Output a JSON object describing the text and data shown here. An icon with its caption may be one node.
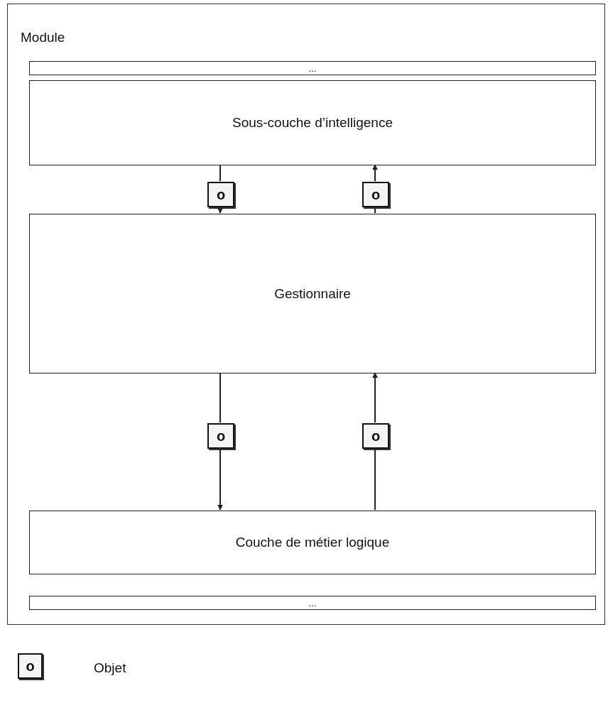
{
  "diagram": {
    "nodes": [
      {
        "text": [
          "Module"
        ]
      },
      {
        "text": [
          "..."
        ],
        "in": 0
      },
      {
        "text": [
          "Sous-couche d’intelligence"
        ],
        "in": 0
      },
      {
        "text": [
          "Gestionnaire"
        ],
        "in": 0
      },
      {
        "text": [
          "Couche de métier logique"
        ],
        "in": 0
      },
      {
        "text": [
          "..."
        ],
        "in": 0
      },
      {
        "text": [
          "o"
        ],
        "in": 0
      },
      {
        "text": [
          "o"
        ],
        "in": 0
      },
      {
        "text": [
          "o"
        ],
        "in": 0
      },
      {
        "text": [
          "o"
        ],
        "in": 0
      },
      {
        "text": [
          "o"
        ],
        "beside": [
          "Objet"
        ]
      }
    ],
    "edges": [
      {
        "from": 2,
        "to": 6,
        "arrow": "none"
      },
      {
        "from": 6,
        "to": 3,
        "arrow": "to"
      },
      {
        "from": 3,
        "to": 7,
        "arrow": "none"
      },
      {
        "from": 7,
        "to": 2,
        "arrow": "to"
      },
      {
        "from": 3,
        "to": 8,
        "arrow": "none"
      },
      {
        "from": 8,
        "to": 4,
        "arrow": "to"
      },
      {
        "from": 4,
        "to": 9,
        "arrow": "none"
      },
      {
        "from": 9,
        "to": 3,
        "arrow": "to"
      }
    ]
  }
}
